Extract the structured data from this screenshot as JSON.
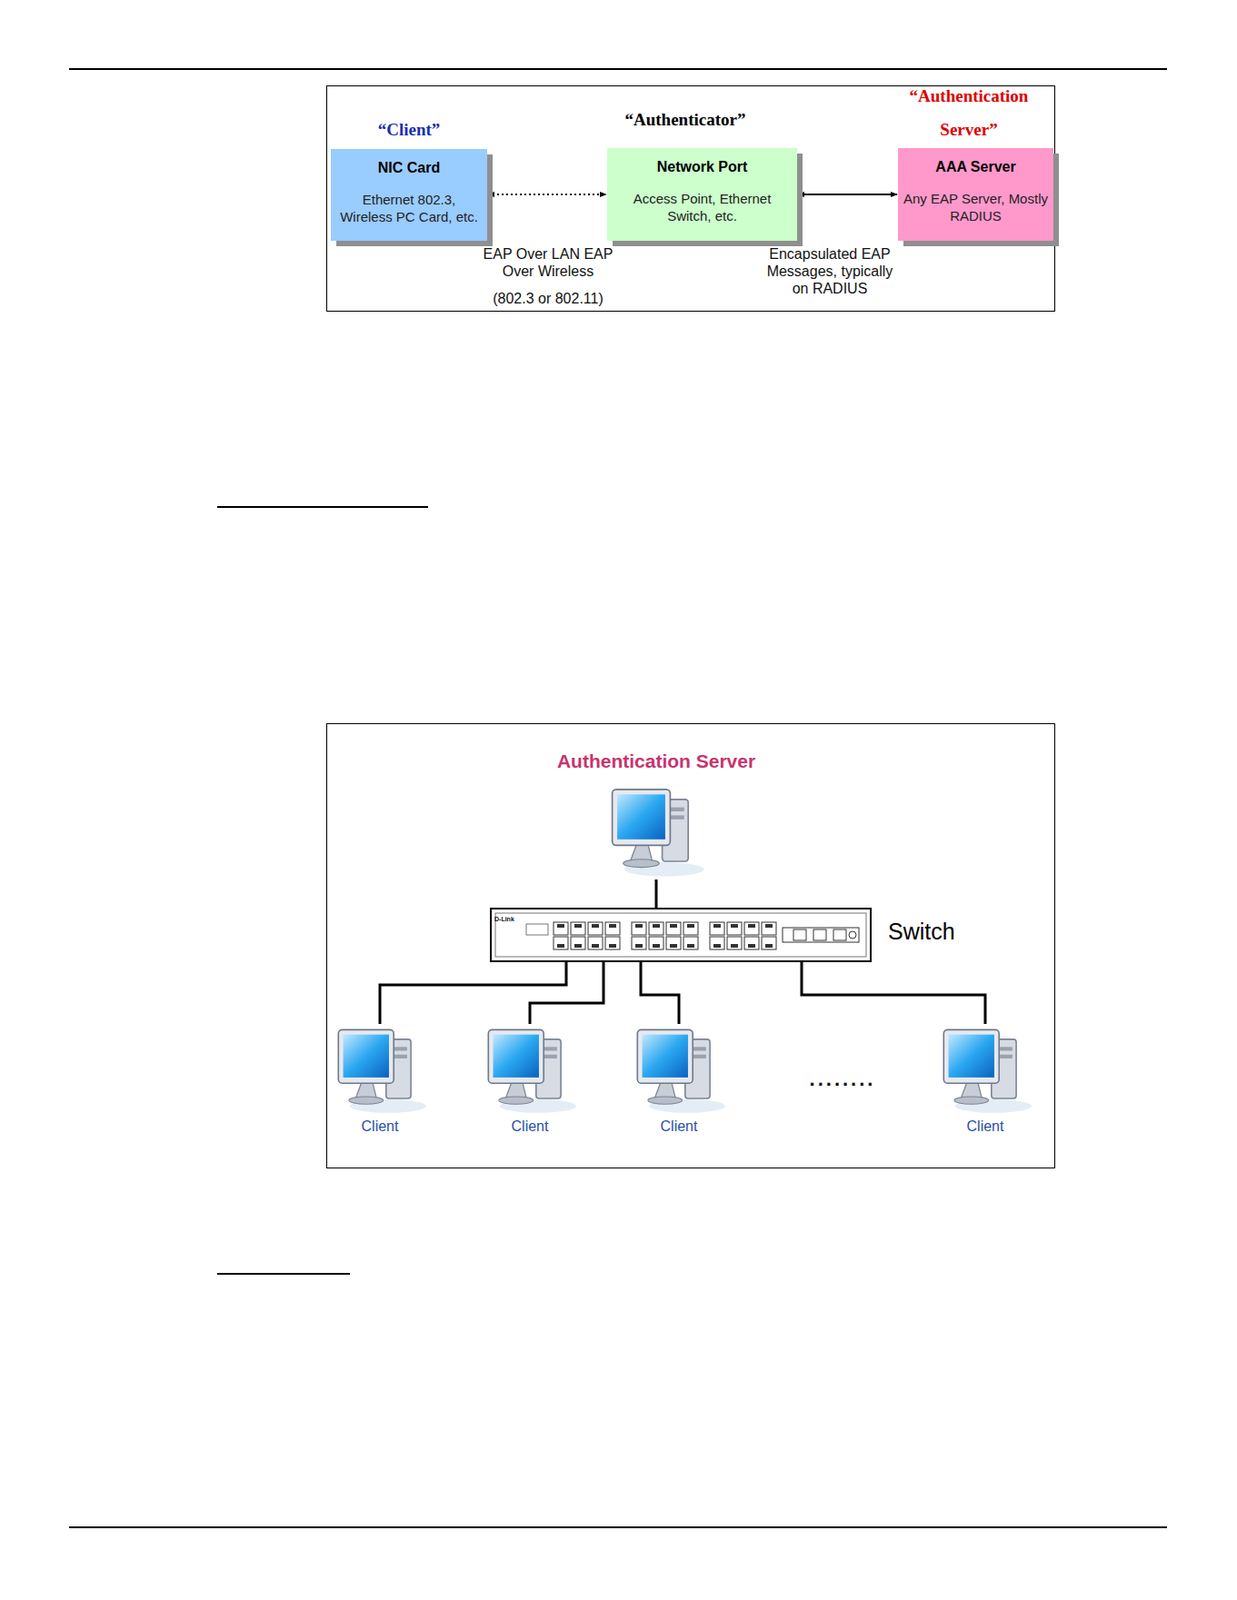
{
  "diagram": {
    "nodes": [
      {
        "text": [
          "“Client”",
          "NIC Card",
          "Ethernet 802.3, Wireless PC Card, etc."
        ]
      },
      {
        "text": [
          "“Authenticator”",
          "Network Port",
          "Access Point, Ethernet Switch, etc."
        ]
      },
      {
        "text": [
          "“Authentication Server”",
          "AAA Server",
          "Any EAP Server, Mostly RADIUS"
        ]
      },
      {
        "text": [
          "Authentication Server"
        ]
      },
      {
        "text": [
          "Switch"
        ]
      },
      {
        "text": [
          "Client"
        ]
      },
      {
        "text": [
          "Client"
        ]
      },
      {
        "text": [
          "Client"
        ]
      },
      {
        "text": [
          "Client"
        ]
      }
    ],
    "edges": [
      {
        "from": 0,
        "to": 1,
        "arrow": "both"
      },
      {
        "from": 1,
        "to": 2,
        "arrow": "both"
      },
      {
        "from": 3,
        "to": 4,
        "arrow": "none"
      },
      {
        "from": 4,
        "to": 5,
        "arrow": "none"
      },
      {
        "from": 4,
        "to": 6,
        "arrow": "none"
      },
      {
        "from": 4,
        "to": 7,
        "arrow": "none"
      },
      {
        "from": 4,
        "to": 8,
        "arrow": "none"
      }
    ],
    "labels": [
      "EAP Over LAN EAP Over Wireless",
      "(802.3 or 802.11)",
      "Encapsulated EAP Messages, typically on RADIUS",
      "........",
      "D-Link"
    ]
  }
}
